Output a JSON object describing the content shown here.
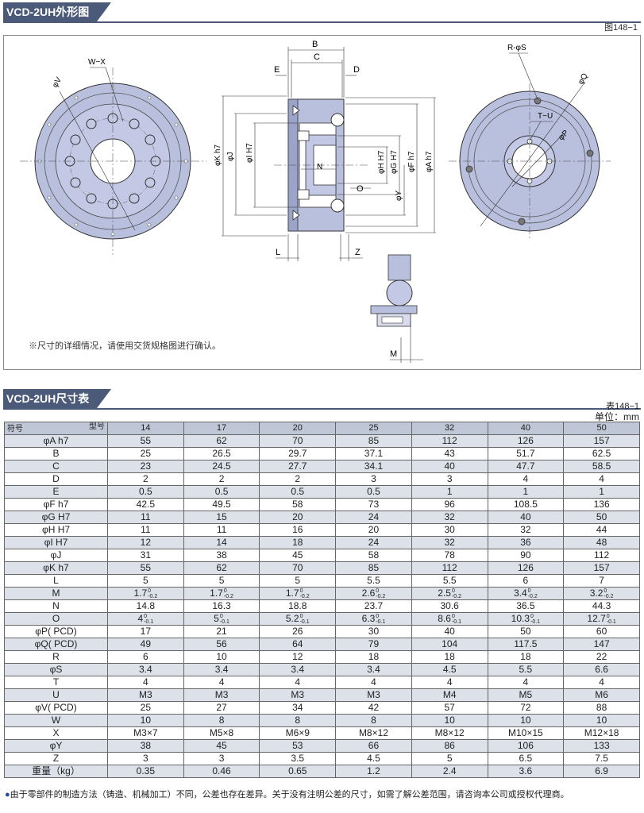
{
  "section1": {
    "title": "VCD-2UH外形图",
    "figure_no": "图148−1"
  },
  "drawing": {
    "labels": {
      "W_X": "W−X",
      "V": "φV",
      "B": "B",
      "C": "C",
      "E": "E",
      "D": "D",
      "K": "φK h7",
      "J": "φJ",
      "I": "φI H7",
      "N": "N",
      "H": "φH H7",
      "G": "φG H7",
      "F": "φF h7",
      "A": "φA h7",
      "O": "O",
      "Y": "φY",
      "L": "L",
      "Z": "Z",
      "M": "M",
      "RS": "R-φS",
      "Q": "φQ",
      "TU": "T−U",
      "P": "φP"
    },
    "note": "※尺寸的详细情况，请使用交货规格图进行确认。"
  },
  "section2": {
    "title": "VCD-2UH尺寸表",
    "table_no": "表148−1",
    "unit": "单位：mm"
  },
  "table": {
    "corner_symbol": "符号",
    "corner_model": "型号",
    "models": [
      "14",
      "17",
      "20",
      "25",
      "32",
      "40",
      "50"
    ],
    "rows": [
      {
        "label": "φA h7",
        "values": [
          "55",
          "62",
          "70",
          "85",
          "112",
          "126",
          "157"
        ]
      },
      {
        "label": "B",
        "values": [
          "25",
          "26.5",
          "29.7",
          "37.1",
          "43",
          "51.7",
          "62.5"
        ]
      },
      {
        "label": "C",
        "values": [
          "23",
          "24.5",
          "27.7",
          "34.1",
          "40",
          "47.7",
          "58.5"
        ]
      },
      {
        "label": "D",
        "values": [
          "2",
          "2",
          "2",
          "3",
          "3",
          "4",
          "4"
        ]
      },
      {
        "label": "E",
        "values": [
          "0.5",
          "0.5",
          "0.5",
          "0.5",
          "1",
          "1",
          "1"
        ]
      },
      {
        "label": "φF h7",
        "values": [
          "42.5",
          "49.5",
          "58",
          "73",
          "96",
          "108.5",
          "136"
        ]
      },
      {
        "label": "φG H7",
        "values": [
          "11",
          "15",
          "20",
          "24",
          "32",
          "40",
          "50"
        ]
      },
      {
        "label": "φH H7",
        "values": [
          "11",
          "11",
          "16",
          "20",
          "30",
          "32",
          "44"
        ]
      },
      {
        "label": "φI H7",
        "values": [
          "12",
          "14",
          "18",
          "24",
          "32",
          "36",
          "48"
        ]
      },
      {
        "label": "φJ",
        "values": [
          "31",
          "38",
          "45",
          "58",
          "78",
          "90",
          "112"
        ]
      },
      {
        "label": "φK h7",
        "values": [
          "55",
          "62",
          "70",
          "85",
          "112",
          "126",
          "157"
        ]
      },
      {
        "label": "L",
        "values": [
          "5",
          "5",
          "5",
          "5.5",
          "5.5",
          "6",
          "7"
        ]
      },
      {
        "label": "M",
        "values": [
          "1.7",
          "1.7",
          "1.7",
          "2.6",
          "2.5",
          "3.4",
          "3.2"
        ],
        "tol_up": "0",
        "tol_dn": "-0.2"
      },
      {
        "label": "N",
        "values": [
          "14.8",
          "16.3",
          "18.8",
          "23.7",
          "30.6",
          "36.5",
          "44.3"
        ]
      },
      {
        "label": "O",
        "values": [
          "4",
          "5",
          "5.2",
          "6.3",
          "8.6",
          "10.3",
          "12.7"
        ],
        "tol_up": "0",
        "tol_dn": "-0.1"
      },
      {
        "label": "φP( PCD)",
        "values": [
          "17",
          "21",
          "26",
          "30",
          "40",
          "50",
          "60"
        ]
      },
      {
        "label": "φQ( PCD)",
        "values": [
          "49",
          "56",
          "64",
          "79",
          "104",
          "117.5",
          "147"
        ]
      },
      {
        "label": "R",
        "values": [
          "6",
          "10",
          "12",
          "18",
          "18",
          "18",
          "22"
        ]
      },
      {
        "label": "φS",
        "values": [
          "3.4",
          "3.4",
          "3.4",
          "3.4",
          "4.5",
          "5.5",
          "6.6"
        ]
      },
      {
        "label": "T",
        "values": [
          "4",
          "4",
          "4",
          "4",
          "4",
          "4",
          "4"
        ]
      },
      {
        "label": "U",
        "values": [
          "M3",
          "M3",
          "M3",
          "M3",
          "M4",
          "M5",
          "M6"
        ]
      },
      {
        "label": "φV( PCD)",
        "values": [
          "25",
          "27",
          "34",
          "42",
          "57",
          "72",
          "88"
        ]
      },
      {
        "label": "W",
        "values": [
          "10",
          "8",
          "8",
          "8",
          "10",
          "10",
          "10"
        ]
      },
      {
        "label": "X",
        "values": [
          "M3×7",
          "M5×8",
          "M6×9",
          "M8×12",
          "M8×12",
          "M10×15",
          "M12×18"
        ]
      },
      {
        "label": "φY",
        "values": [
          "38",
          "45",
          "53",
          "66",
          "86",
          "106",
          "133"
        ]
      },
      {
        "label": "Z",
        "values": [
          "3",
          "3",
          "3.5",
          "4.5",
          "5",
          "6.5",
          "7.5"
        ]
      },
      {
        "label": "重量（kg）",
        "values": [
          "0.35",
          "0.46",
          "0.65",
          "1.2",
          "2.4",
          "3.6",
          "6.9"
        ]
      }
    ]
  },
  "footnote": "由于零部件的制造方法（铸造、机械加工）不同，公差也存在差异。关于没有注明公差的尺寸，如需了解公差范围，请咨询本公司或授权代理商。",
  "colors": {
    "header_bar": "#4a5a78",
    "row_shade": "#dde1ea",
    "part_fill": "#b9c0de"
  }
}
